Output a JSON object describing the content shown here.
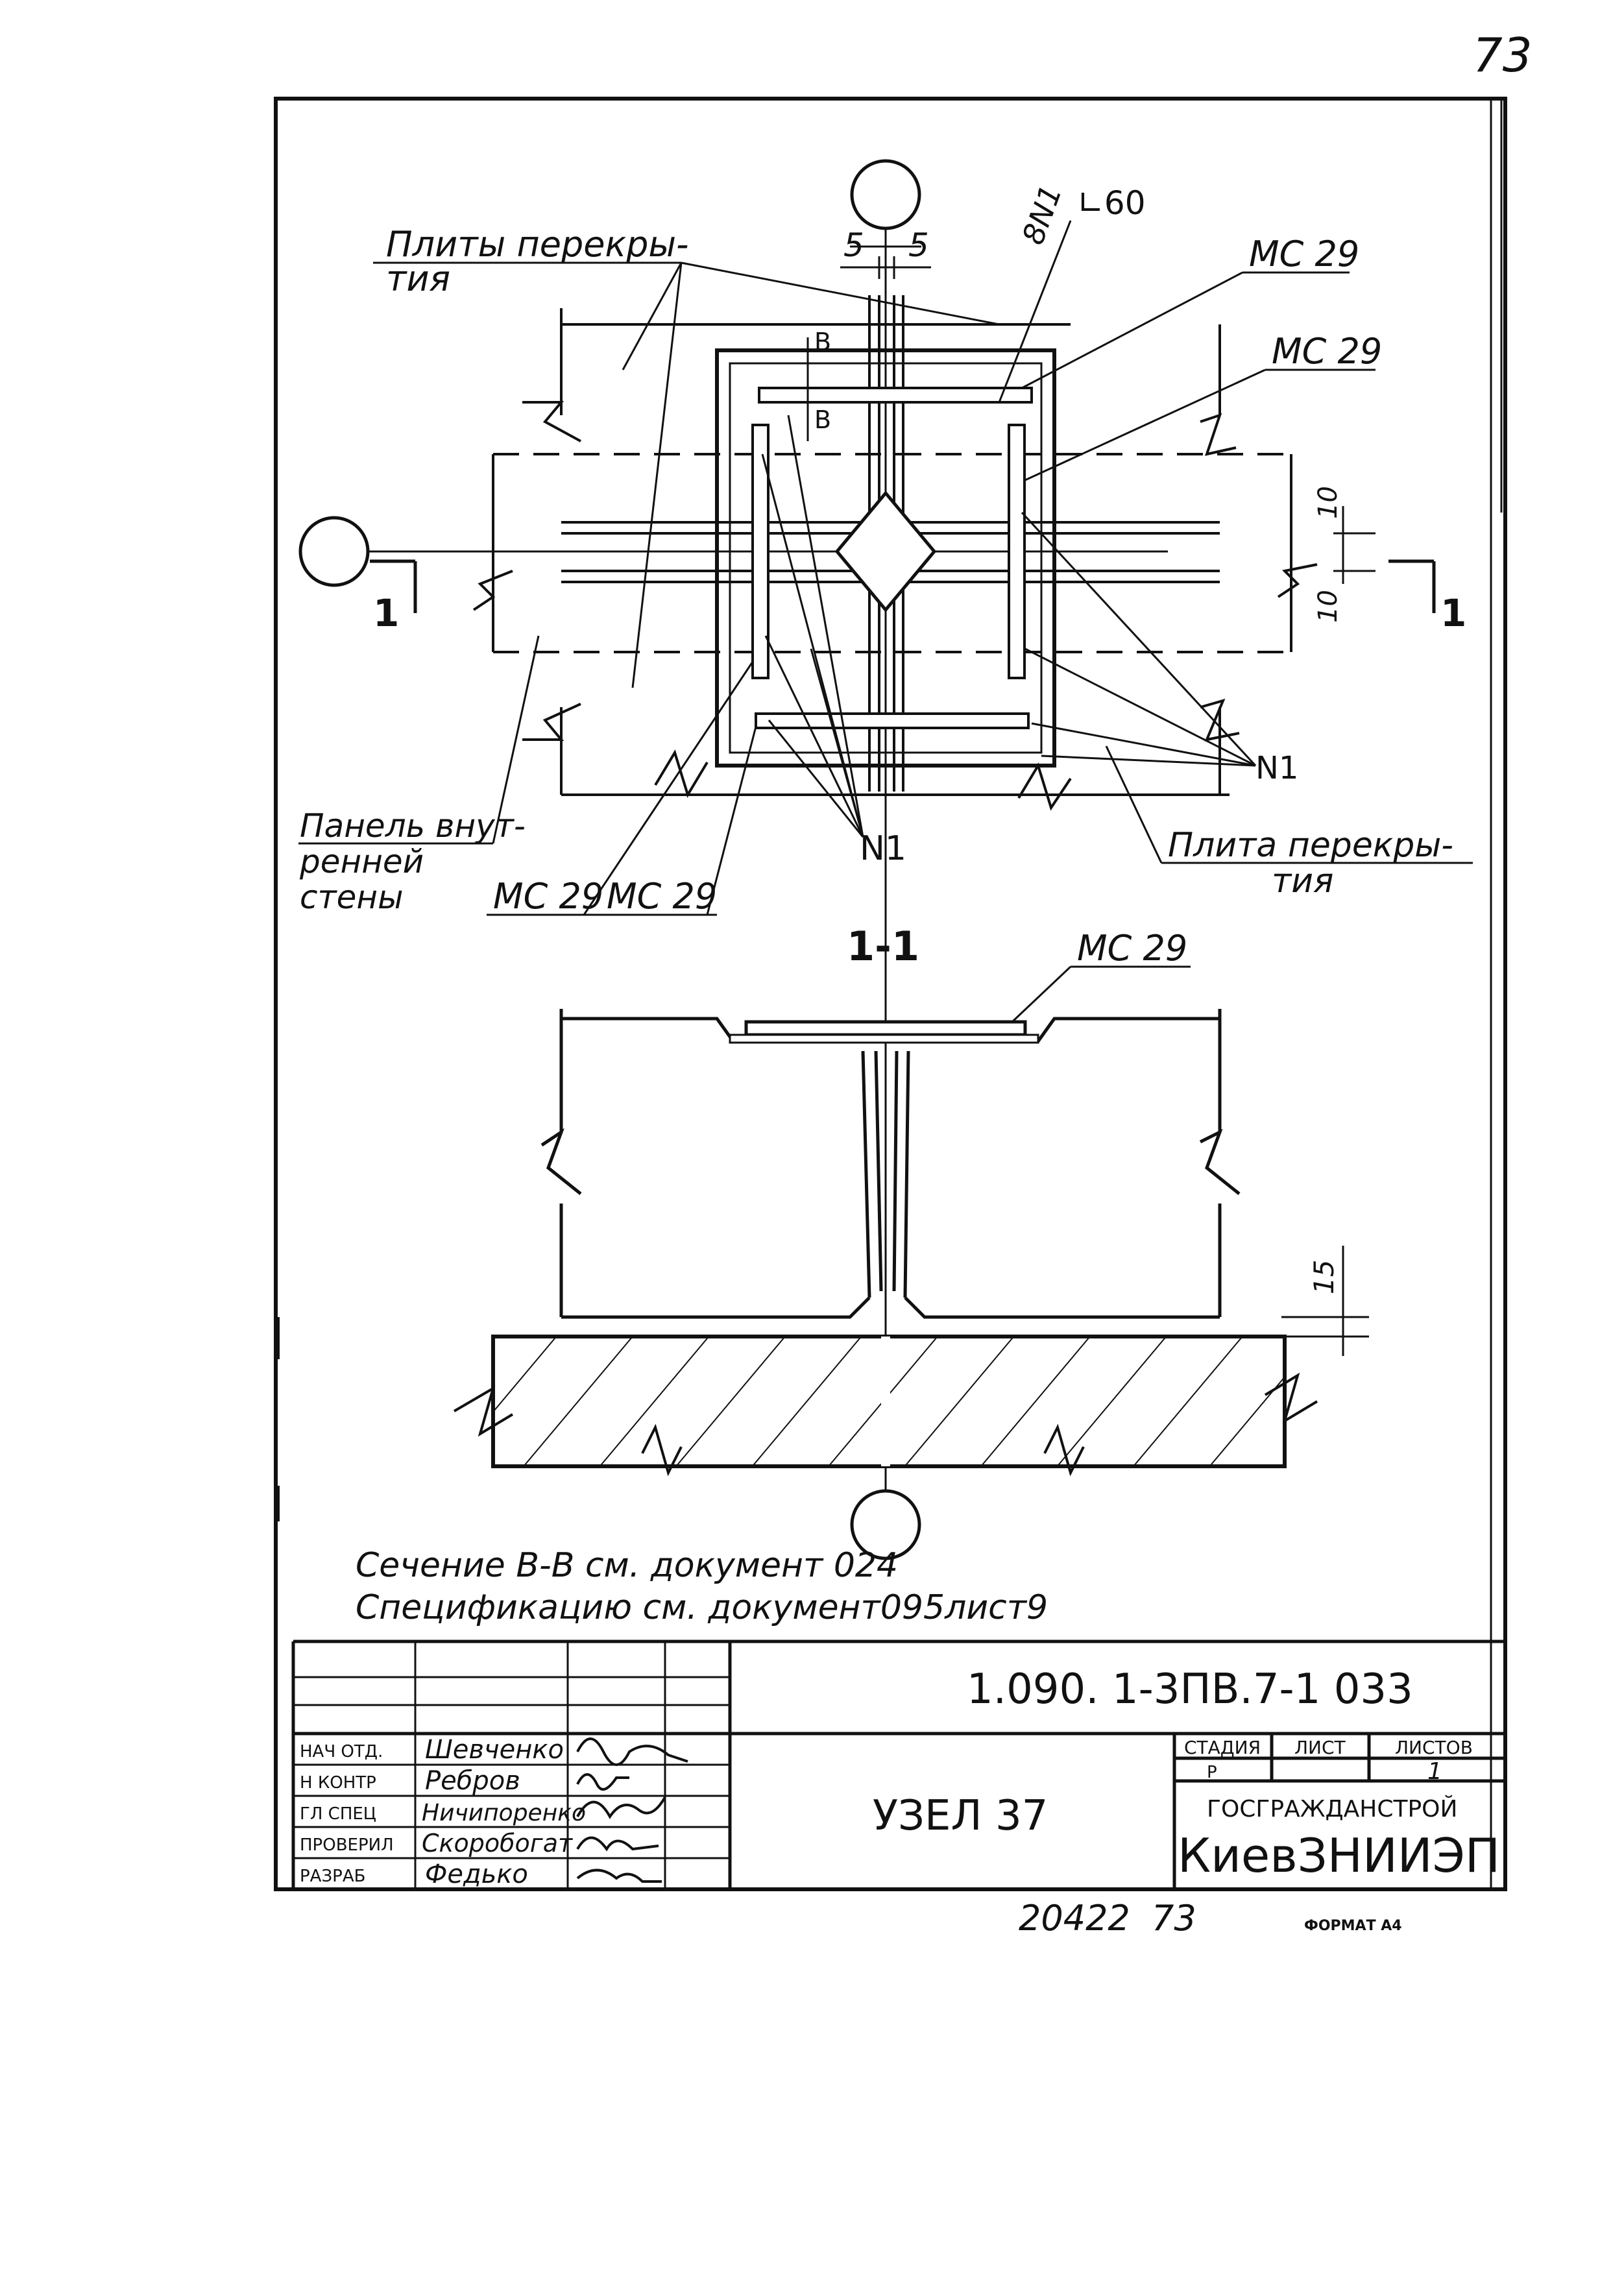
{
  "page_number": "73",
  "plan_view": {
    "label_slabs_top_line1": "Плиты перекры-",
    "label_slabs_top_line2": "тия",
    "dim_5_left": "5",
    "dim_5_right": "5",
    "label_8n1": "8N1",
    "label_angle": "∟60",
    "label_mc29_a": "МС 29",
    "label_mc29_b": "МС 29",
    "label_v_top": "В",
    "label_v_bottom": "В",
    "dim_10_top": "10",
    "dim_10_bottom": "10",
    "section_mark_left": "1",
    "section_mark_right": "1",
    "label_n1_right": "N1",
    "label_n1_bottom": "N1",
    "label_panel_line1": "Панель внут-",
    "label_panel_line2": "ренней",
    "label_panel_line3": "стены",
    "label_mc29_c": "МС 29",
    "label_mc29_d": "МС 29",
    "label_slab_right_line1": "Плита перекры-",
    "label_slab_right_line2": "тия"
  },
  "section_view": {
    "title": "1-1",
    "label_mc29": "МС 29",
    "dim_15": "15"
  },
  "notes": {
    "line1": "Сечение В-В см. документ 024",
    "line2": "Спецификацию см. документ095лист9"
  },
  "title_block": {
    "doc_code": "1.090. 1-3ПВ.7-1   033",
    "drawing_title": "УЗЕЛ 37",
    "stage_header": "СТАДИЯ",
    "sheet_header": "ЛИСТ",
    "sheets_header": "ЛИСТОВ",
    "stage_value": "Р",
    "sheet_value": "",
    "sheets_value": "1",
    "org_line1": "ГОСГРАЖДАНСТРОЙ",
    "org_line2": "КиевЗНИИЭП",
    "rows": [
      {
        "role": "НАЧ ОТД.",
        "name": "Шевченко"
      },
      {
        "role": "Н КОНТР",
        "name": "Ребров"
      },
      {
        "role": "ГЛ СПЕЦ",
        "name": "Ничипоренко"
      },
      {
        "role": "ПРОВЕРИЛ",
        "name": "Скоробогат"
      },
      {
        "role": "РАЗРАБ",
        "name": "Федько"
      }
    ]
  },
  "footer": {
    "inventory": "20422",
    "page": "73",
    "format": "ФОРМАТ А4"
  }
}
